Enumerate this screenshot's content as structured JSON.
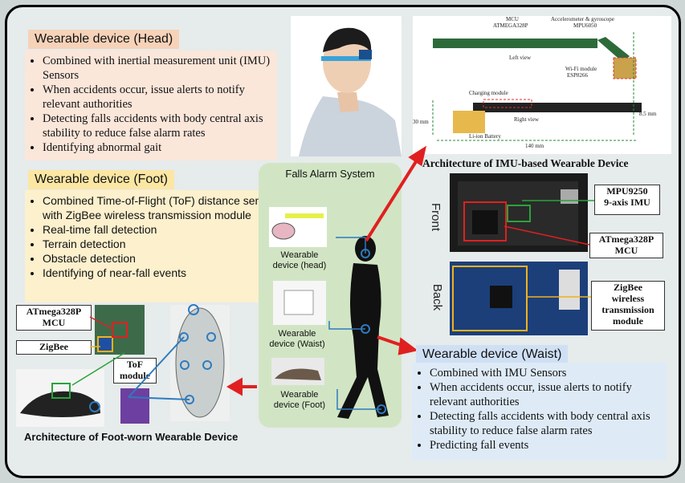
{
  "head": {
    "title": "Wearable device (Head)",
    "bullets": [
      "Combined with  inertial measurement unit (IMU) Sensors",
      "When accidents occur, issue alerts to notify relevant authorities",
      "Detecting falls accidents with body central axis stability to reduce false alarm rates",
      "Identifying abnormal gait"
    ]
  },
  "foot": {
    "title": "Wearable device (Foot)",
    "bullets": [
      "Combined Time-of-Flight (ToF) distance sensor with ZigBee wireless transmission module",
      "Real-time fall detection",
      "Terrain detection",
      "Obstacle detection",
      "Identifying of near-fall events"
    ]
  },
  "waist": {
    "title": "Wearable device (Waist)",
    "bullets": [
      "Combined with IMU Sensors",
      "When accidents occur, issue alerts to notify relevant authorities",
      "Detecting falls accidents with body central axis stability to reduce false alarm rates",
      "Predicting fall events"
    ]
  },
  "falls": {
    "title": "Falls Alarm System",
    "head_label": "Wearable device (head)",
    "waist_label": "Wearable device (Waist)",
    "foot_label": "Wearable device (Foot)"
  },
  "imu": {
    "caption": "Architecture of IMU-based Wearable Device",
    "mcu": "MCU",
    "mcu_chip": "ATMEGA328P",
    "accel": "Accelerometer & gyroscope",
    "accel_chip": "MPU6050",
    "left_view": "Left view",
    "wifi": "Wi-Fi module",
    "wifi_chip": "ESP8266",
    "charging": "Charging module",
    "right_view": "Right view",
    "battery": "Li-ion Battery",
    "dim_h": "30 mm",
    "dim_w": "140 mm",
    "dim_t": "8.5 mm",
    "front": "Front",
    "back": "Back",
    "mpu_label": "MPU9250\n9-axis IMU",
    "atmega_label": "ATmega328P\nMCU",
    "zigbee_label": "ZigBee\nwireless\ntransmission\nmodule"
  },
  "footdev": {
    "caption": "Architecture of Foot-worn Wearable Device",
    "atmega_label": "ATmega328P\nMCU",
    "zigbee_label": "ZigBee",
    "tof_label": "ToF\nmodule"
  }
}
